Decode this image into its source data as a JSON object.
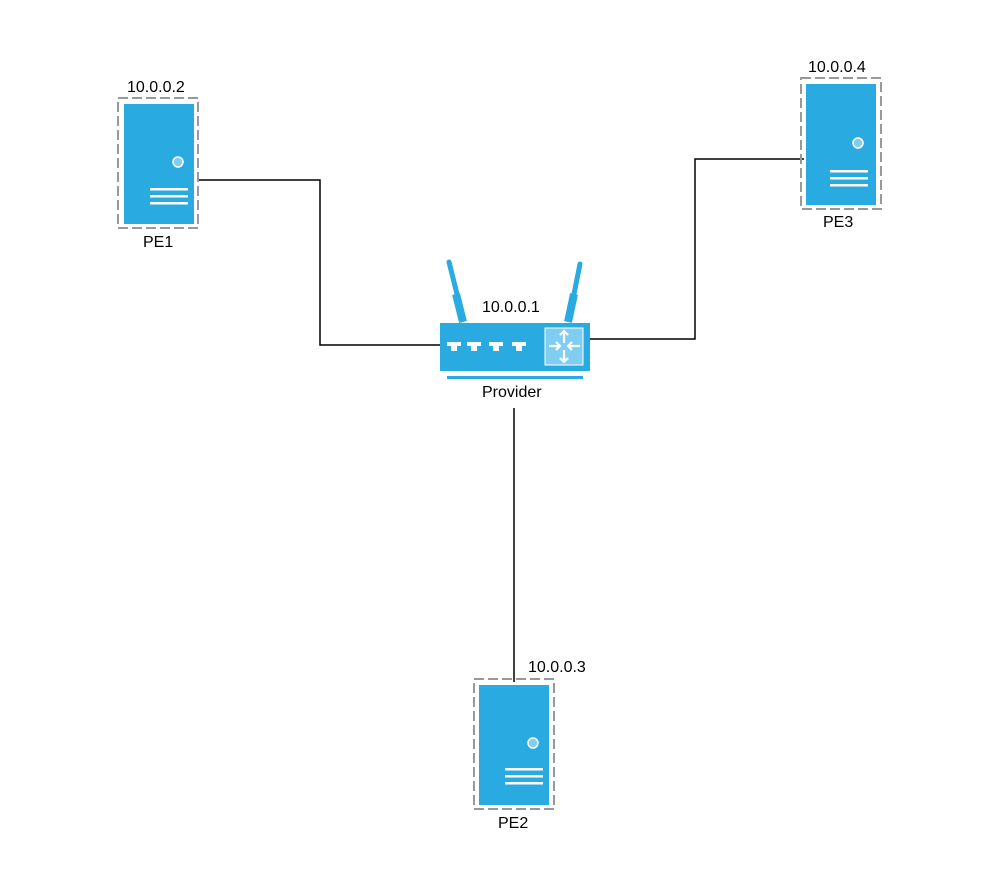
{
  "colors": {
    "device": "#29abe2",
    "frame": "#999999",
    "link": "#000000",
    "panel": "#7fcdf0"
  },
  "nodes": {
    "provider": {
      "label": "Provider",
      "ip": "10.0.0.1",
      "icon": "router-icon"
    },
    "pe1": {
      "label": "PE1",
      "ip": "10.0.0.2",
      "icon": "server-icon"
    },
    "pe2": {
      "label": "PE2",
      "ip": "10.0.0.3",
      "icon": "server-icon"
    },
    "pe3": {
      "label": "PE3",
      "ip": "10.0.0.4",
      "icon": "server-icon"
    }
  }
}
